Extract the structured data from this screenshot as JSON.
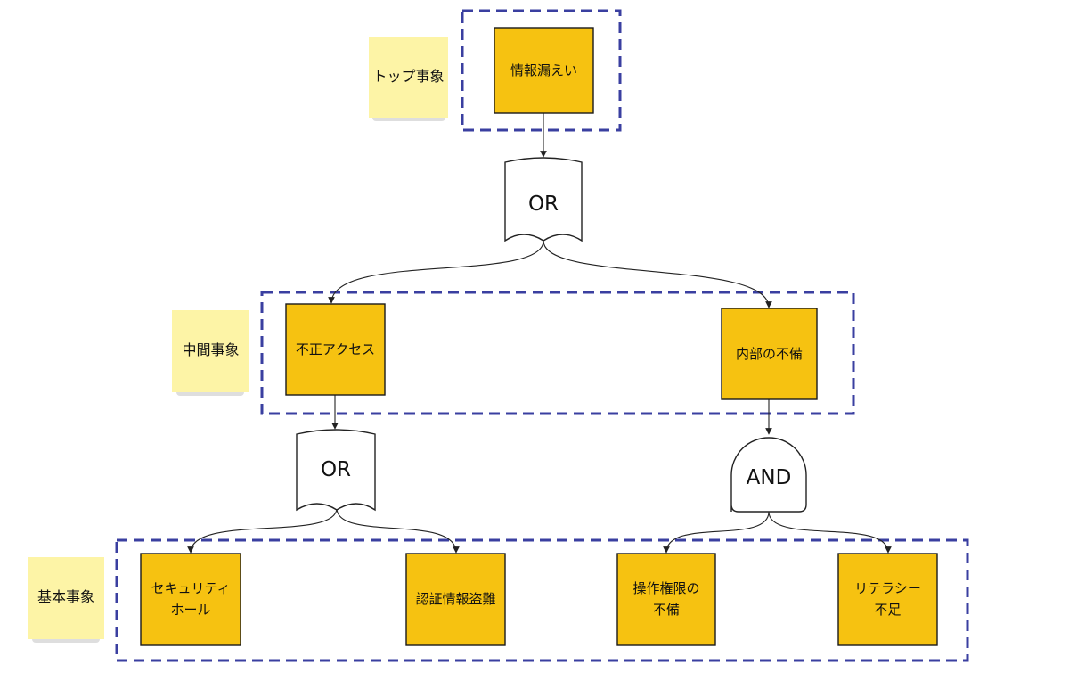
{
  "colors": {
    "event_fill": "#f6c211",
    "note_fill": "#fdf4a6",
    "group_border": "#3a3fa0",
    "gate_fill": "#ffffff"
  },
  "notes": {
    "top": "トップ事象",
    "middle": "中間事象",
    "basic": "基本事象"
  },
  "events": {
    "top": [
      "情報漏えい"
    ],
    "unauthorized_access": [
      "不正アクセス"
    ],
    "internal_deficiency": [
      "内部の不備"
    ],
    "security_hole": [
      "セキュリティ",
      "ホール"
    ],
    "credential_theft": [
      "認証情報盗難"
    ],
    "permission_deficiency": [
      "操作権限の",
      "不備"
    ],
    "literacy_shortage": [
      "リテラシー",
      "不足"
    ]
  },
  "gates": {
    "top_or": "OR",
    "left_or": "OR",
    "right_and": "AND"
  }
}
